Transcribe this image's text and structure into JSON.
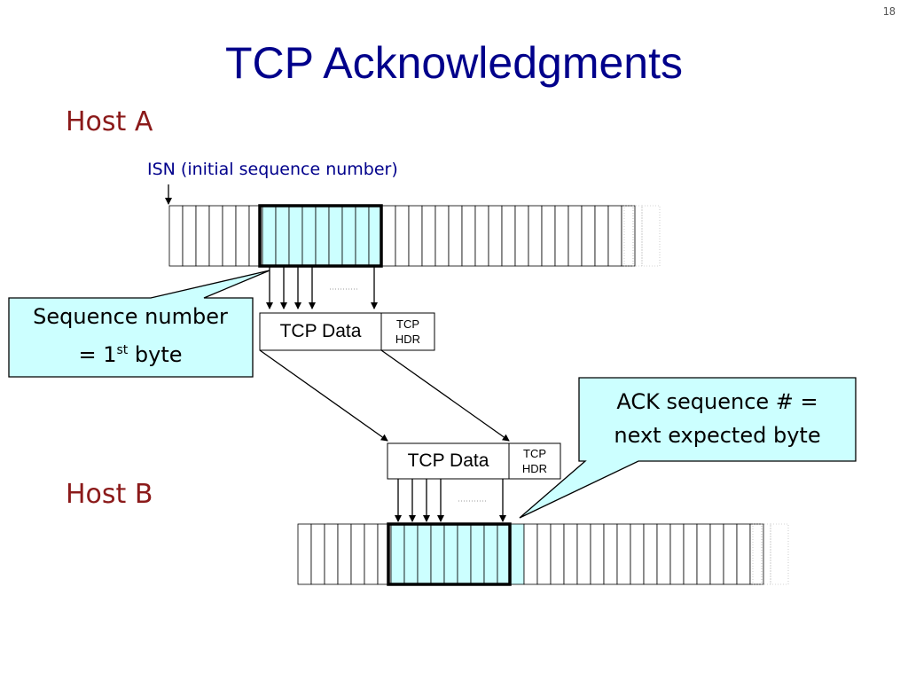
{
  "slide": {
    "number": "18",
    "title": "TCP Acknowledgments"
  },
  "host_a": {
    "label": "Host A",
    "isn_label": "ISN (initial sequence number)",
    "cells": 35
  },
  "host_b": {
    "label": "Host B",
    "cells": 35
  },
  "callouts": {
    "sequence": {
      "line1": "Sequence number",
      "line2_prefix": "= 1",
      "line2_sup": "st",
      "line2_suffix": " byte"
    },
    "ack": {
      "line1": "ACK sequence # =",
      "line2": "next expected byte"
    }
  },
  "segment": {
    "data_label": "TCP Data",
    "hdr_line1": "TCP",
    "hdr_line2": "HDR"
  },
  "colors": {
    "title": "#00008b",
    "host": "#8b1a1a",
    "highlight": "#ccffff",
    "callout_fill": "#ccffff"
  }
}
